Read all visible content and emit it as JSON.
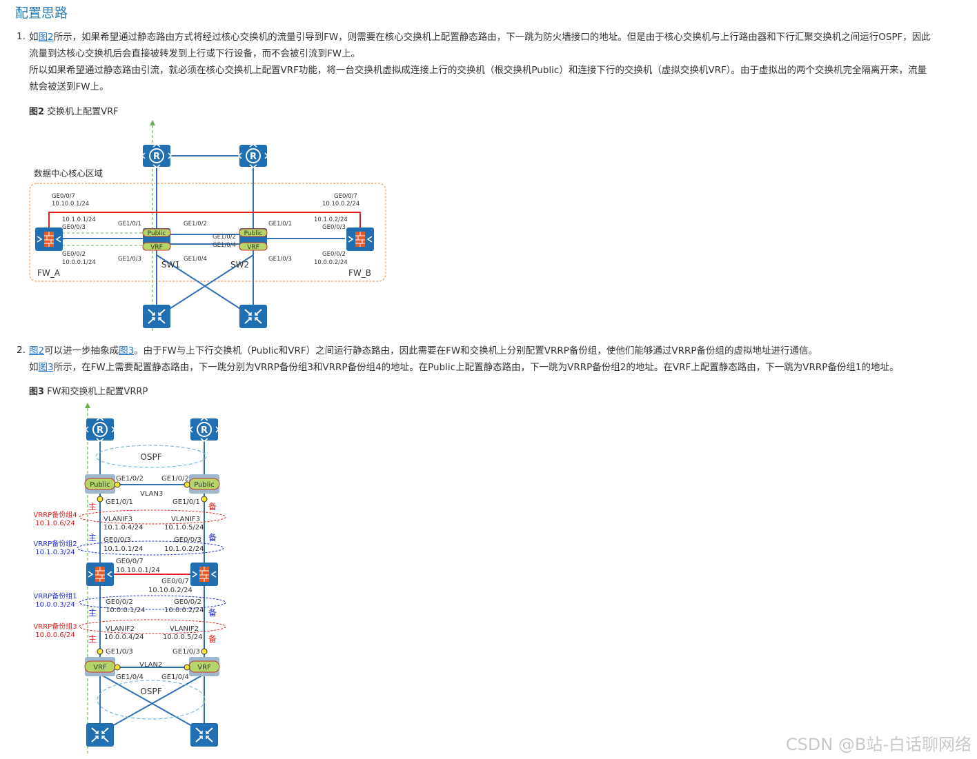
{
  "heading": "配置思路",
  "step1": {
    "num": "1.",
    "p1_pre": "如",
    "p1_link": "图2",
    "p1_line1": "所示，如果希望通过静态路由方式将经过核心交换机的流量引导到FW，则需要在核心交换机上配置静态路由，下一跳为防火墙接口的地址。但是由于核心交换机与上行路由器和下行汇聚交换机之间运行OSPF，因此",
    "p1_line2": "流量到达核心交换机后会直接被转发到上行或下行设备，而不会被引流到FW上。",
    "p2_line1": "所以如果希望通过静态路由引流，就必须在核心交换机上配置VRF功能，将一台交换机虚拟成连接上行的交换机（根交换机Public）和连接下行的交换机（虚拟交换机VRF）。由于虚拟出的两个交换机完全隔离开来，流量",
    "p2_line2": "就会被送到FW上。"
  },
  "fig2": {
    "caption_bold": "图2",
    "caption_text": " 交换机上配置VRF",
    "area": "数据中心核心区域",
    "fw_a": "FW_A",
    "fw_b": "FW_B",
    "sw1": "SW1",
    "sw2": "SW2",
    "public": "Public",
    "vrf": "VRF",
    "a_ge007": "GE0/0/7",
    "a_ip7": "10.10.0.1/24",
    "a_ip3": "10.1.0.1/24",
    "a_ge003": "GE0/0/3",
    "a_ge002": "GE0/0/2",
    "a_ip2": "10.0.0.1/24",
    "b_ge007": "GE0/0/7",
    "b_ip7": "10.10.0.2/24",
    "b_ip3": "10.1.0.2/24",
    "b_ge003": "GE0/0/3",
    "b_ge002": "GE0/0/2",
    "b_ip2": "10.0.0.2/24",
    "ge101": "GE1/0/1",
    "ge102": "GE1/0/2",
    "ge103": "GE1/0/3",
    "ge104": "GE1/0/4"
  },
  "step2": {
    "num": "2.",
    "l1_link1": "图2",
    "l1_mid": "可以进一步抽象成",
    "l1_link2": "图3",
    "l1_rest": "。由于FW与上下行交换机（Public和VRF）之间运行静态路由，因此需要在FW和交换机上分别配置VRRP备份组，使他们能够通过VRRP备份组的虚拟地址进行通信。",
    "l2_pre": "如",
    "l2_link": "图3",
    "l2_rest": "所示，在FW上需要配置静态路由，下一跳分别为VRRP备份组3和VRRP备份组4的地址。在Public上配置静态路由，下一跳为VRRP备份组2的地址。在VRF上配置静态路由，下一跳为VRRP备份组1的地址。"
  },
  "fig3": {
    "caption_bold": "图3",
    "caption_text": " FW和交换机上配置VRRP",
    "ospf": "OSPF",
    "vlan3": "VLAN3",
    "vlan2": "VLAN2",
    "public": "Public",
    "vrf": "VRF",
    "master": "主",
    "backup": "备",
    "g4_name": "VRRP备份组4",
    "g4_ip": "10.1.0.6/24",
    "g2_name": "VRRP备份组2",
    "g2_ip": "10.1.0.3/24",
    "g1_name": "VRRP备份组1",
    "g1_ip": "10.0.0.3/24",
    "g3_name": "VRRP备份组3",
    "g3_ip": "10.0.0.6/24",
    "ge102": "GE1/0/2",
    "ge101": "GE1/0/1",
    "ge103": "GE1/0/3",
    "ge104": "GE1/0/4",
    "vlanif3": "VLANIF3",
    "vlanif2": "VLANIF2",
    "ip_104": "10.1.0.4/24",
    "ip_105": "10.1.0.5/24",
    "ge003": "GE0/0/3",
    "ip_101": "10.1.0.1/24",
    "ip_102": "10.1.0.2/24",
    "ge007": "GE0/0/7",
    "ip_10101": "10.10.0.1/24",
    "ip_10102": "10.10.0.2/24",
    "ge002": "GE0/0/2",
    "ip_001": "10.0.0.1/24",
    "ip_002": "10.0.0.2/24",
    "ip_004": "10.0.0.4/24",
    "ip_005": "10.0.0.5/24"
  },
  "watermark": "CSDN @B站-白话聊网络",
  "colors": {
    "device": "#1f6fb2",
    "link": "#2f6fb5",
    "red": "#e02020",
    "accent": "#2c7fb8"
  }
}
